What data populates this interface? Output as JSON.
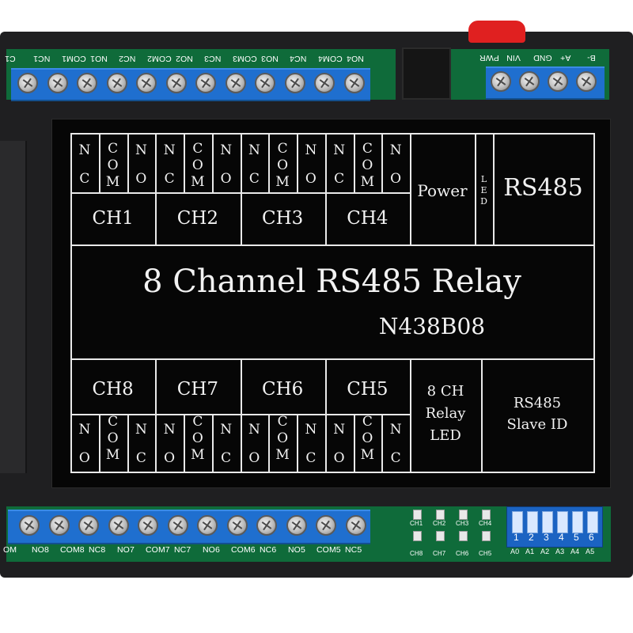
{
  "device": {
    "title": "8 Channel RS485 Relay",
    "model": "N438B08",
    "section_power": "Power",
    "section_led": [
      "L",
      "E",
      "D"
    ],
    "section_rs485": "RS485",
    "relay_led_lines": [
      "8 CH",
      "Relay",
      "LED"
    ],
    "slave_id_lines": [
      "RS485",
      "Slave ID"
    ]
  },
  "top_channels": [
    "CH1",
    "CH2",
    "CH3",
    "CH4"
  ],
  "bottom_channels": [
    "CH8",
    "CH7",
    "CH6",
    "CH5"
  ],
  "top_pin_columns": [
    [
      "N",
      "C"
    ],
    [
      "C",
      "O",
      "M"
    ],
    [
      "N",
      "O"
    ],
    [
      "N",
      "C"
    ],
    [
      "C",
      "O",
      "M"
    ],
    [
      "N",
      "O"
    ],
    [
      "N",
      "C"
    ],
    [
      "C",
      "O",
      "M"
    ],
    [
      "N",
      "O"
    ],
    [
      "N",
      "C"
    ],
    [
      "C",
      "O",
      "M"
    ],
    [
      "N",
      "O"
    ]
  ],
  "bottom_pin_columns": [
    [
      "N",
      "O"
    ],
    [
      "C",
      "O",
      "M"
    ],
    [
      "N",
      "C"
    ],
    [
      "N",
      "O"
    ],
    [
      "C",
      "O",
      "M"
    ],
    [
      "N",
      "C"
    ],
    [
      "N",
      "O"
    ],
    [
      "C",
      "O",
      "M"
    ],
    [
      "N",
      "C"
    ],
    [
      "N",
      "O"
    ],
    [
      "C",
      "O",
      "M"
    ],
    [
      "N",
      "C"
    ]
  ],
  "terminal_top_labels": [
    "NO4",
    "COM4",
    "NC4",
    "NO3",
    "COM3",
    "NC3",
    "NO2",
    "COM2",
    "NC2",
    "NO1",
    "COM1",
    "NC1",
    "C1"
  ],
  "terminal_power_labels": [
    "B-",
    "A+",
    "GND",
    "VIN",
    "PWR"
  ],
  "terminal_bottom_labels": [
    "OM",
    "NO8",
    "COM8",
    "NC8",
    "NO7",
    "COM7",
    "NC7",
    "NO6",
    "COM6",
    "NC6",
    "NO5",
    "COM5",
    "NC5"
  ],
  "led_labels_top": [
    "CH1",
    "CH2",
    "CH3",
    "CH4"
  ],
  "led_labels_bottom": [
    "CH8",
    "CH7",
    "CH6",
    "CH5"
  ],
  "dip_labels": [
    "A0",
    "A1",
    "A2",
    "A3",
    "A4",
    "A5"
  ],
  "dip_numbers": [
    "1",
    "2",
    "3",
    "4",
    "5",
    "6"
  ]
}
